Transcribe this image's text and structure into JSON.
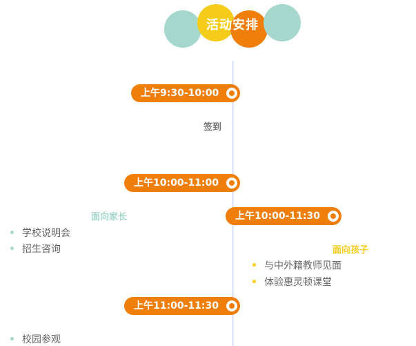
{
  "header": {
    "title": "活动安排"
  },
  "colors": {
    "orange": "#f07e0a",
    "teal": "#a6d7cd",
    "yellow": "#f6cc1a",
    "line": "#e3e6f5"
  },
  "schedule": [
    {
      "time": "上午9:30-10:00",
      "activity": "签到"
    },
    {
      "time": "上午10:00-11:00",
      "group": "面向家长",
      "items": [
        "学校说明会",
        "招生咨询"
      ]
    },
    {
      "time": "上午10:00-11:30",
      "group": "面向孩子",
      "items": [
        "与中外籍教师见面",
        "体验惠灵顿课堂"
      ]
    },
    {
      "time": "上午11:00-11:30",
      "items": [
        "校园参观"
      ]
    }
  ]
}
